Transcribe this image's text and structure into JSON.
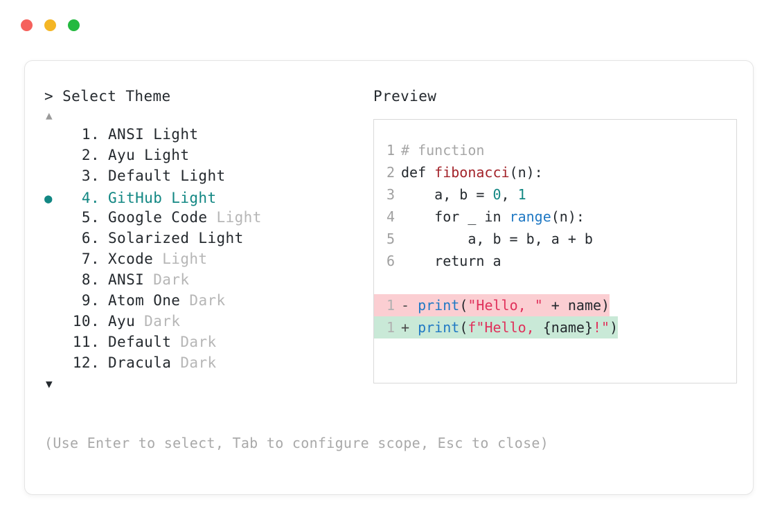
{
  "window": {
    "traffic_lights": [
      {
        "name": "close",
        "color": "#f5615c"
      },
      {
        "name": "minimize",
        "color": "#f4b625"
      },
      {
        "name": "maximize",
        "color": "#23b93f"
      }
    ]
  },
  "selector": {
    "prompt": "> Select Theme",
    "scroll_up_indicator": "▲",
    "scroll_down_indicator": "▼",
    "selected_bullet": "●",
    "selected_index": 4,
    "accent_color": "#128783",
    "items": [
      {
        "index": "1.",
        "name": "ANSI Light",
        "suffix": "",
        "selected": false
      },
      {
        "index": "2.",
        "name": "Ayu Light",
        "suffix": "",
        "selected": false
      },
      {
        "index": "3.",
        "name": "Default Light",
        "suffix": "",
        "selected": false
      },
      {
        "index": "4.",
        "name": "GitHub Light",
        "suffix": "",
        "selected": true
      },
      {
        "index": "5.",
        "name": "Google Code",
        "suffix": "Light",
        "selected": false
      },
      {
        "index": "6.",
        "name": "Solarized Light",
        "suffix": "",
        "selected": false
      },
      {
        "index": "7.",
        "name": "Xcode",
        "suffix": "Light",
        "selected": false
      },
      {
        "index": "8.",
        "name": "ANSI",
        "suffix": "Dark",
        "selected": false
      },
      {
        "index": "9.",
        "name": "Atom One",
        "suffix": "Dark",
        "selected": false
      },
      {
        "index": "10.",
        "name": "Ayu",
        "suffix": "Dark",
        "selected": false
      },
      {
        "index": "11.",
        "name": "Default",
        "suffix": "Dark",
        "selected": false
      },
      {
        "index": "12.",
        "name": "Dracula",
        "suffix": "Dark",
        "selected": false
      }
    ],
    "footer_hint": "(Use Enter to select, Tab to configure scope, Esc to close)"
  },
  "preview": {
    "label": "Preview",
    "code_lines": [
      {
        "num": "1",
        "tokens": [
          {
            "t": "# function",
            "c": "comment"
          }
        ]
      },
      {
        "num": "2",
        "tokens": [
          {
            "t": "def ",
            "c": "plain"
          },
          {
            "t": "fibonacci",
            "c": "fn"
          },
          {
            "t": "(n):",
            "c": "plain"
          }
        ]
      },
      {
        "num": "3",
        "tokens": [
          {
            "t": "    a, b = ",
            "c": "plain"
          },
          {
            "t": "0",
            "c": "num"
          },
          {
            "t": ", ",
            "c": "plain"
          },
          {
            "t": "1",
            "c": "num"
          }
        ]
      },
      {
        "num": "4",
        "tokens": [
          {
            "t": "    for _ in ",
            "c": "plain"
          },
          {
            "t": "range",
            "c": "builtin"
          },
          {
            "t": "(n):",
            "c": "plain"
          }
        ]
      },
      {
        "num": "5",
        "tokens": [
          {
            "t": "        a, b = b, a + b",
            "c": "plain"
          }
        ]
      },
      {
        "num": "6",
        "tokens": [
          {
            "t": "    return a",
            "c": "plain"
          }
        ]
      }
    ],
    "diff_lines": [
      {
        "num": "1",
        "sign": "-",
        "kind": "minus",
        "bg": "#fbced2",
        "tokens": [
          {
            "t": "print",
            "c": "builtin"
          },
          {
            "t": "(",
            "c": "plain"
          },
          {
            "t": "\"Hello, \"",
            "c": "str"
          },
          {
            "t": " + name)",
            "c": "plain"
          }
        ]
      },
      {
        "num": "1",
        "sign": "+",
        "kind": "plus",
        "bg": "#c9e9d7",
        "tokens": [
          {
            "t": "print",
            "c": "builtin"
          },
          {
            "t": "(",
            "c": "plain"
          },
          {
            "t": "f\"Hello, ",
            "c": "str"
          },
          {
            "t": "{name}",
            "c": "plain"
          },
          {
            "t": "!\"",
            "c": "str"
          },
          {
            "t": ")",
            "c": "plain"
          }
        ]
      }
    ]
  }
}
